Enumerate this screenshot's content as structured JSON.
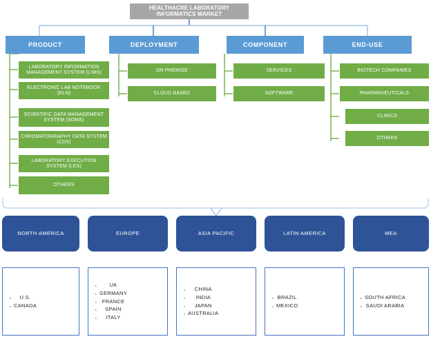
{
  "diagram": {
    "root": {
      "label": "HEALTHACRE LABORATORY INFORMATICS MARKET",
      "color": "#a6a6a6"
    },
    "segment_color": "#5b9bd5",
    "item_color": "#70ad47",
    "region_color": "#2e5397",
    "country_border_color": "#4472c4",
    "connector_color_blue": "#9dc3e6",
    "connector_color_green": "#70ad47",
    "segments": [
      {
        "label": "PRODUCT",
        "items": [
          "LABORATORY INFORMATION MANAGEMENT SYSTEM (LIMS)",
          "ELECTRONIC LAB NOTEBOOK (ELN)",
          "SCIENTIFIC DATA MANAGEMENT SYSTEM (SDMS)",
          "CHROMATOGRAPHY DATA SYSTEM (CDS)",
          "LABORATORY EXECUTION SYSTEM (LES)",
          "OTHERS"
        ]
      },
      {
        "label": "DEPLOYMENT",
        "items": [
          "ON PREMISE",
          "CLOUD BASED"
        ]
      },
      {
        "label": "COMPONENT",
        "items": [
          "SERVICES",
          "SOFTWARE"
        ]
      },
      {
        "label": "END-USE",
        "items": [
          "BIOTECH COMPANIES",
          "PHARMAVEUTICALS",
          "CLINICS",
          "OTHERS"
        ]
      }
    ],
    "regions": [
      {
        "label": "NORTH AMERICA",
        "countries": [
          "U.S.",
          "CANADA"
        ]
      },
      {
        "label": "EUROPE",
        "countries": [
          "UK",
          "GERMANY",
          "FRANCE",
          "SPAIN",
          "ITALY"
        ]
      },
      {
        "label": "ASIA PACIFIC",
        "countries": [
          "CHINA",
          "INDIA",
          "JAPAN",
          "AUSTRALIA"
        ]
      },
      {
        "label": "LATIN AMERICA",
        "countries": [
          "BRAZIL",
          "MEXICO"
        ]
      },
      {
        "label": "MEA",
        "countries": [
          "SOUTH AFRICA",
          "SAUDI ARABIA"
        ]
      }
    ]
  }
}
